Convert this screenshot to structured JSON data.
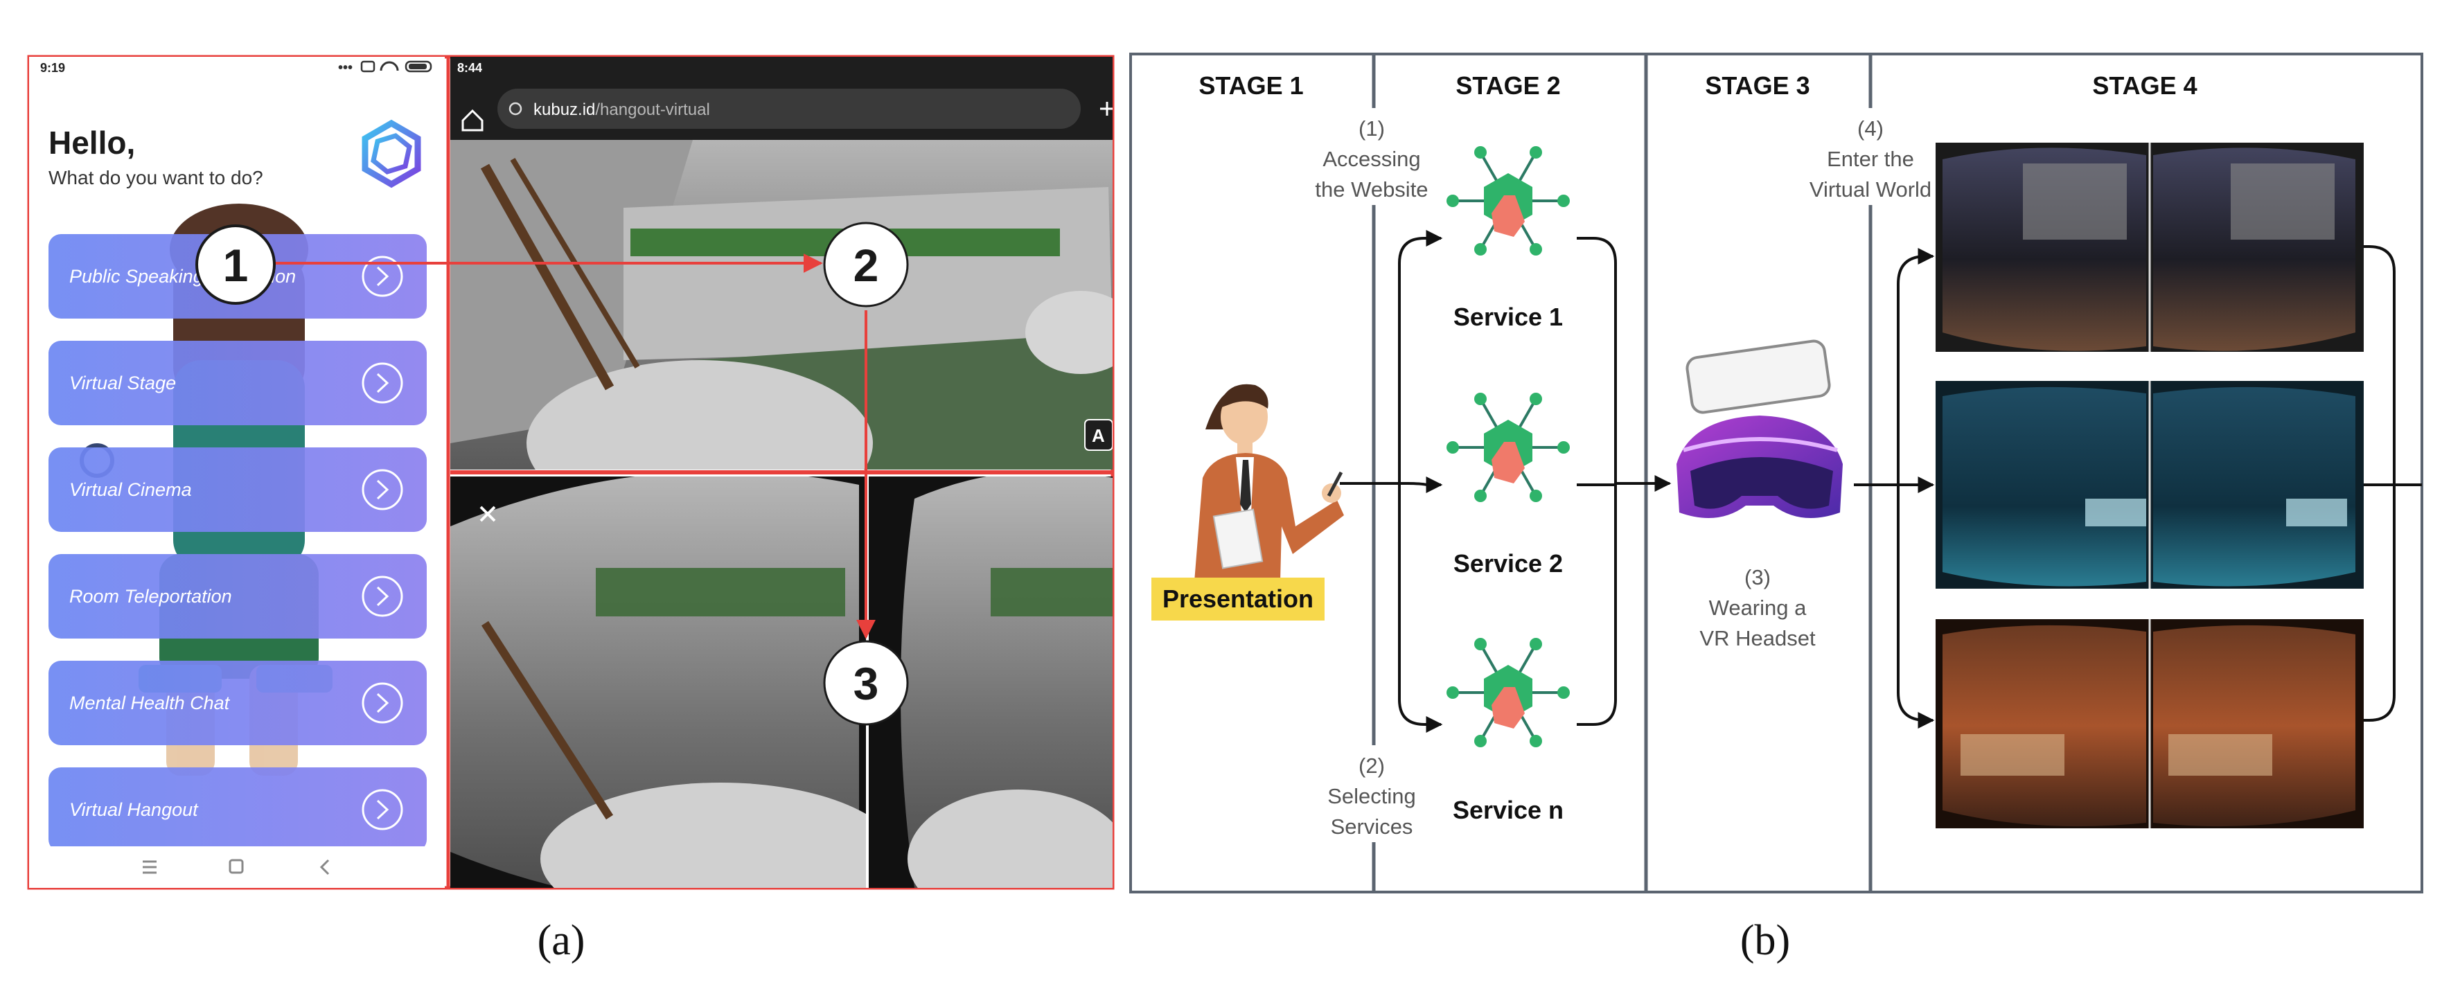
{
  "panel_a": {
    "phone": {
      "status_time": "9:19",
      "status_icons": [
        "more-dots-icon",
        "sim-icon",
        "wifi-icon",
        "battery-icon"
      ],
      "greeting": "Hello,",
      "prompt": "What do you want to do?",
      "logo": "hexagon-logo-icon",
      "menu": [
        {
          "label": "Public Speaking Simulation"
        },
        {
          "label": "Virtual Stage"
        },
        {
          "label": "Virtual Cinema"
        },
        {
          "label": "Room Teleportation"
        },
        {
          "label": "Mental Health Chat"
        },
        {
          "label": "Virtual Hangout"
        }
      ],
      "nav_icons": [
        "menu-lines-icon",
        "home-square-icon",
        "back-chevron-icon"
      ]
    },
    "browser": {
      "status_time": "8:44",
      "url_domain": "kubuz.id",
      "url_path": "/hangout-virtual",
      "badge": "A"
    },
    "steps": [
      "1",
      "2",
      "3"
    ],
    "caption": "(a)"
  },
  "panel_b": {
    "stages": [
      "STAGE 1",
      "STAGE 2",
      "STAGE 3",
      "STAGE 4"
    ],
    "steps": {
      "s1": [
        "(1)",
        "Accessing",
        "the Website"
      ],
      "s2": [
        "(2)",
        "Selecting",
        "Services"
      ],
      "s3": [
        "(3)",
        "Wearing a",
        "VR Headset"
      ],
      "s4": [
        "(4)",
        "Enter the",
        "Virtual World"
      ]
    },
    "services": [
      "Service 1",
      "Service 2",
      "Service n"
    ],
    "presentation_label": "Presentation",
    "caption": "(b)"
  },
  "colors": {
    "red": "#e8403c",
    "menu_blue_left": "#6c86f2",
    "menu_blue_right": "#8b80ef",
    "hex_green": "#2fb36a",
    "frame_gray": "#5b6470",
    "presentation_yellow": "#f7d84b",
    "vr_purple": "#7b2fbf"
  }
}
